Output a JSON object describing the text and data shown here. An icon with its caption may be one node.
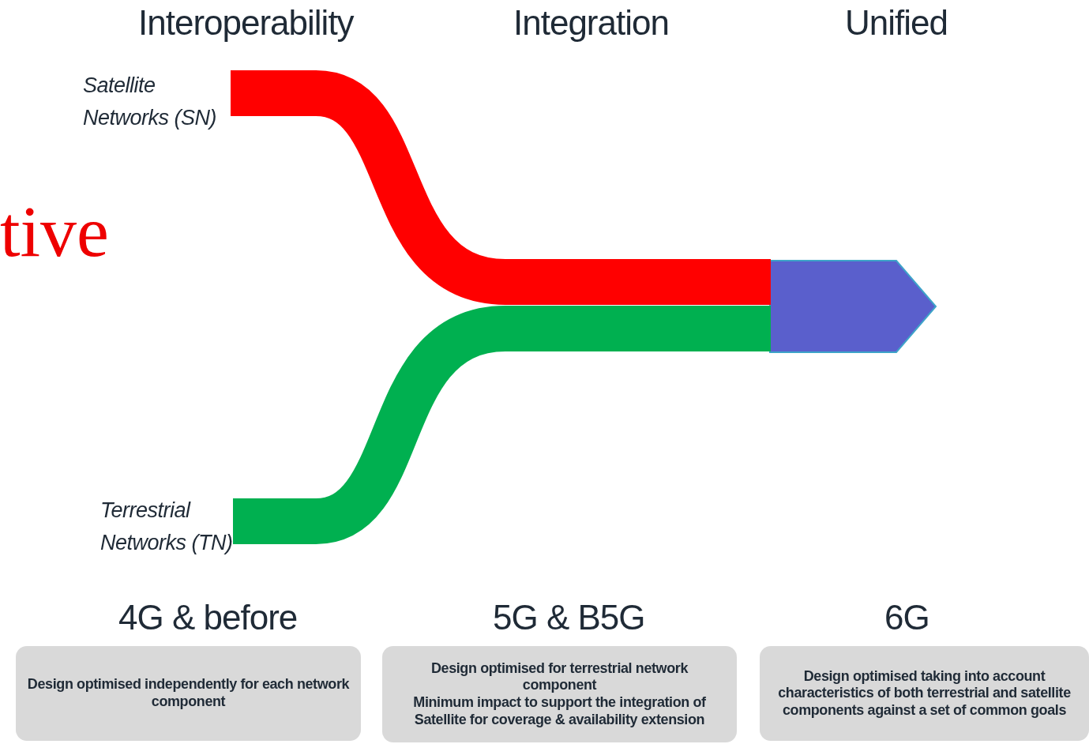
{
  "diagram": {
    "nodes": [
      {
        "text": [
          "Satellite Networks (SN)"
        ]
      },
      {
        "text": [
          "Terrestrial Networks (TN)"
        ]
      },
      {
        "text": [],
        "shape": "arrow"
      },
      {
        "text": [
          "Design optimised independently for each network component"
        ]
      },
      {
        "text": [
          "Design optimised for terrestrial network component",
          "Minimum impact to support the integration of Satellite for coverage & availability extension"
        ]
      },
      {
        "text": [
          "Design optimised taking into account characteristics of both terrestrial and satellite components against a set of common goals"
        ]
      }
    ],
    "edges": [
      {
        "from": 0,
        "to": 2,
        "arrow": "none",
        "color": "#ff0000"
      },
      {
        "from": 1,
        "to": 2,
        "arrow": "none",
        "color": "#00b050"
      }
    ],
    "labels": [
      "Interoperability",
      "Integration",
      "Unified",
      "tive",
      "4G & before",
      "5G & B5G",
      "6G"
    ]
  }
}
